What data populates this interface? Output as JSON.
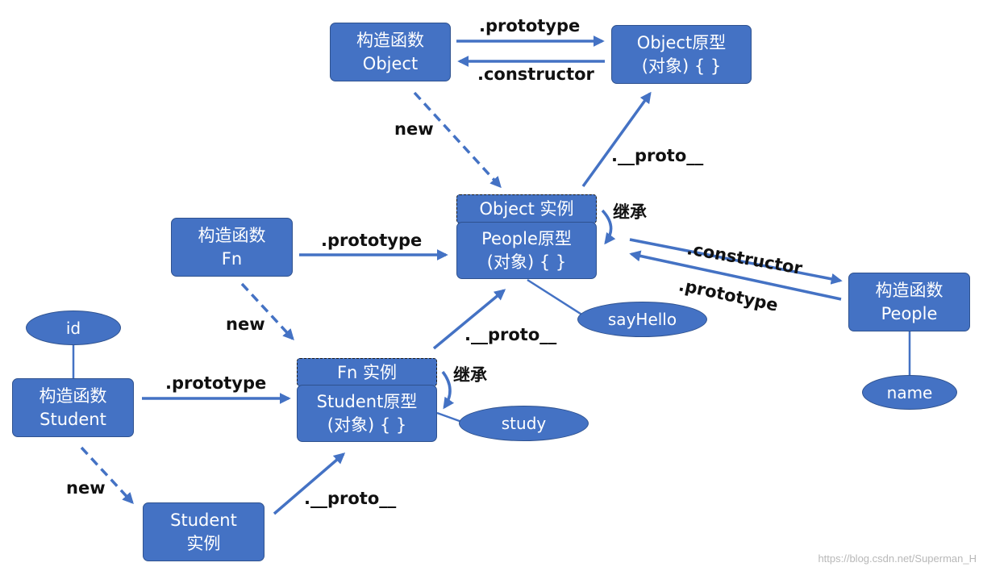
{
  "colors": {
    "box": "#4472c4",
    "box_border": "#2f528f",
    "line": "#4472c4",
    "text": "#111111"
  },
  "nodes": {
    "object_ctor": [
      "构造函数",
      "Object"
    ],
    "object_proto": [
      "Object原型",
      "(对象) { }"
    ],
    "object_instance": "Object 实例",
    "people_proto": [
      "People原型",
      "(对象) { }"
    ],
    "fn_ctor": [
      "构造函数",
      "Fn"
    ],
    "people_ctor": [
      "构造函数",
      "People"
    ],
    "fn_instance": "Fn 实例",
    "student_proto": [
      "Student原型",
      "(对象) { }"
    ],
    "student_ctor": [
      "构造函数",
      "Student"
    ],
    "student_instance": [
      "Student",
      "实例"
    ]
  },
  "properties": {
    "id": "id",
    "name": "name",
    "sayHello": "sayHello",
    "study": "study"
  },
  "labels": {
    "object_prototype": ".prototype",
    "object_constructor": ".constructor",
    "object_new": "new",
    "people_to_object_proto": ".__proto__",
    "inherit_people": "继承",
    "fn_prototype": ".prototype",
    "people_constructor": ".constructor",
    "people_prototype": ".prototype",
    "fn_new": "new",
    "student_proto_to_people": ".__proto__",
    "inherit_student": "继承",
    "student_prototype": ".prototype",
    "student_new": "new",
    "instance_proto": ".__proto__"
  },
  "watermark": "https://blog.csdn.net/Superman_H"
}
